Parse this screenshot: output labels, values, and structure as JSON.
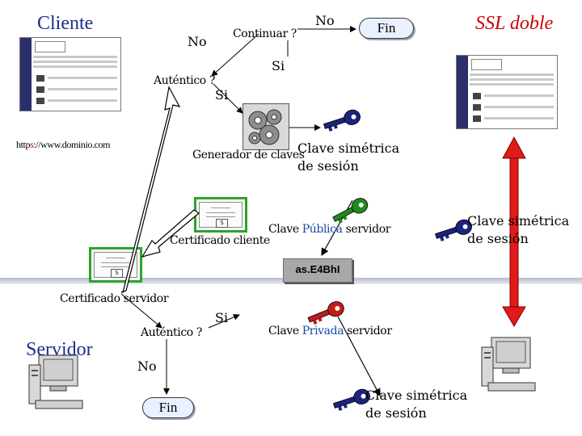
{
  "title": "SSL doble",
  "client_label": "Cliente",
  "server_label": "Servidor",
  "url": "https://www.dominio.com",
  "url_s_color": "#cc0000",
  "flow": {
    "continuar": "Continuar ?",
    "no_top": "No",
    "no_left": "No",
    "fin_top": "Fin",
    "si_top": "Si",
    "autentico_client": "Auténtico ?",
    "si_client": "Si",
    "generador": "Generador de claves",
    "clave_simetrica_1": "Clave simétrica",
    "de_sesion_1": "de sesión",
    "clave_publica_pre": "Clave ",
    "clave_publica_word": "Pública",
    "clave_publica_post": " servidor",
    "certificado_cliente": "Certificado cliente",
    "clave_simetrica_right_1": "Clave simétrica",
    "clave_simetrica_right_2": "de sesión",
    "cipher_text": "as.E4BhI",
    "certificado_servidor": "Certificado servidor",
    "si_server": "Si",
    "autentico_server": "Auténtico ?",
    "clave_privada_pre": "Clave ",
    "clave_privada_word": "Privada",
    "clave_privada_post": " servidor",
    "no_server": "No",
    "fin_bottom": "Fin",
    "clave_simetrica_bottom_1": "Clave simétrica",
    "clave_simetrica_bottom_2": "de sesión",
    "cert_seal": "S"
  },
  "colors": {
    "title": "#cc0000",
    "heading_blue": "#1a2f8a",
    "pill_fill": "#e9f0ff",
    "separator": "#8a93a8",
    "cipher_box": "#a8a8a8",
    "double_arrow": "#e11a1a",
    "green_key": "#1f8a1f",
    "red_key": "#c41a1a",
    "blue_key": "#1a237e",
    "cert_border": "#2aa52a"
  },
  "icons": {
    "browser_left": "web-page-thumbnail-icon",
    "browser_right": "web-page-thumbnail-icon",
    "gears": "gears-icon",
    "keys": "key-icon",
    "computers": "desktop-computer-icon",
    "certificates": "certificate-icon"
  }
}
